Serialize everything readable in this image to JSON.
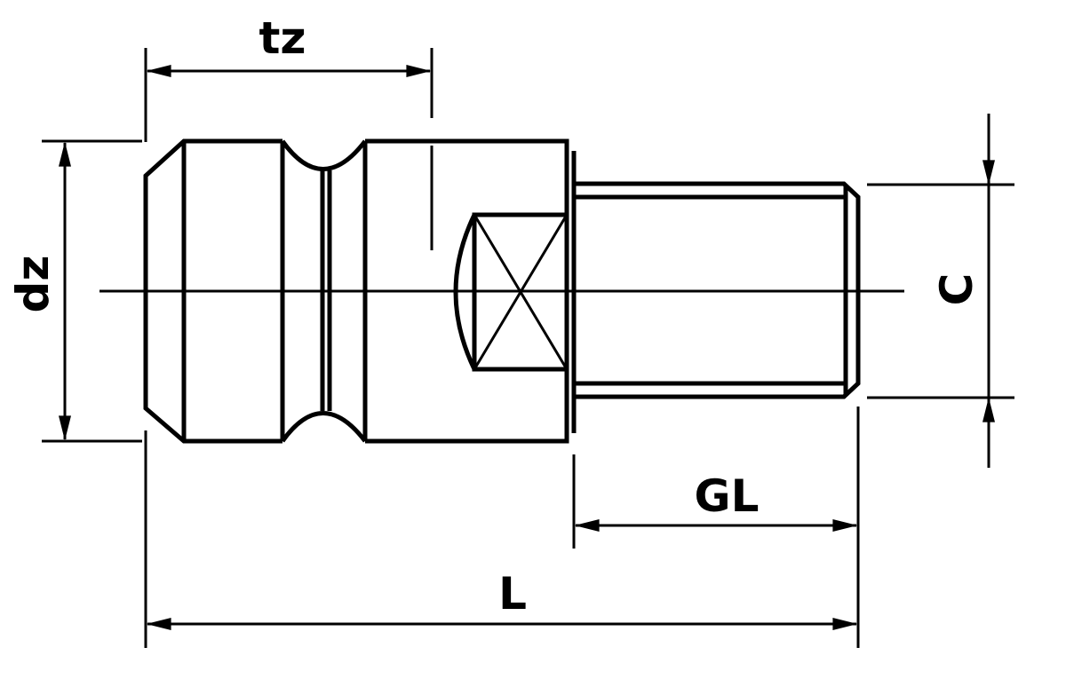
{
  "drawing": {
    "labels": {
      "tz": "tz",
      "dz": "dz",
      "c": "C",
      "gl": "GL",
      "l": "L"
    },
    "line_color": "#000000",
    "background_color": "#ffffff"
  }
}
